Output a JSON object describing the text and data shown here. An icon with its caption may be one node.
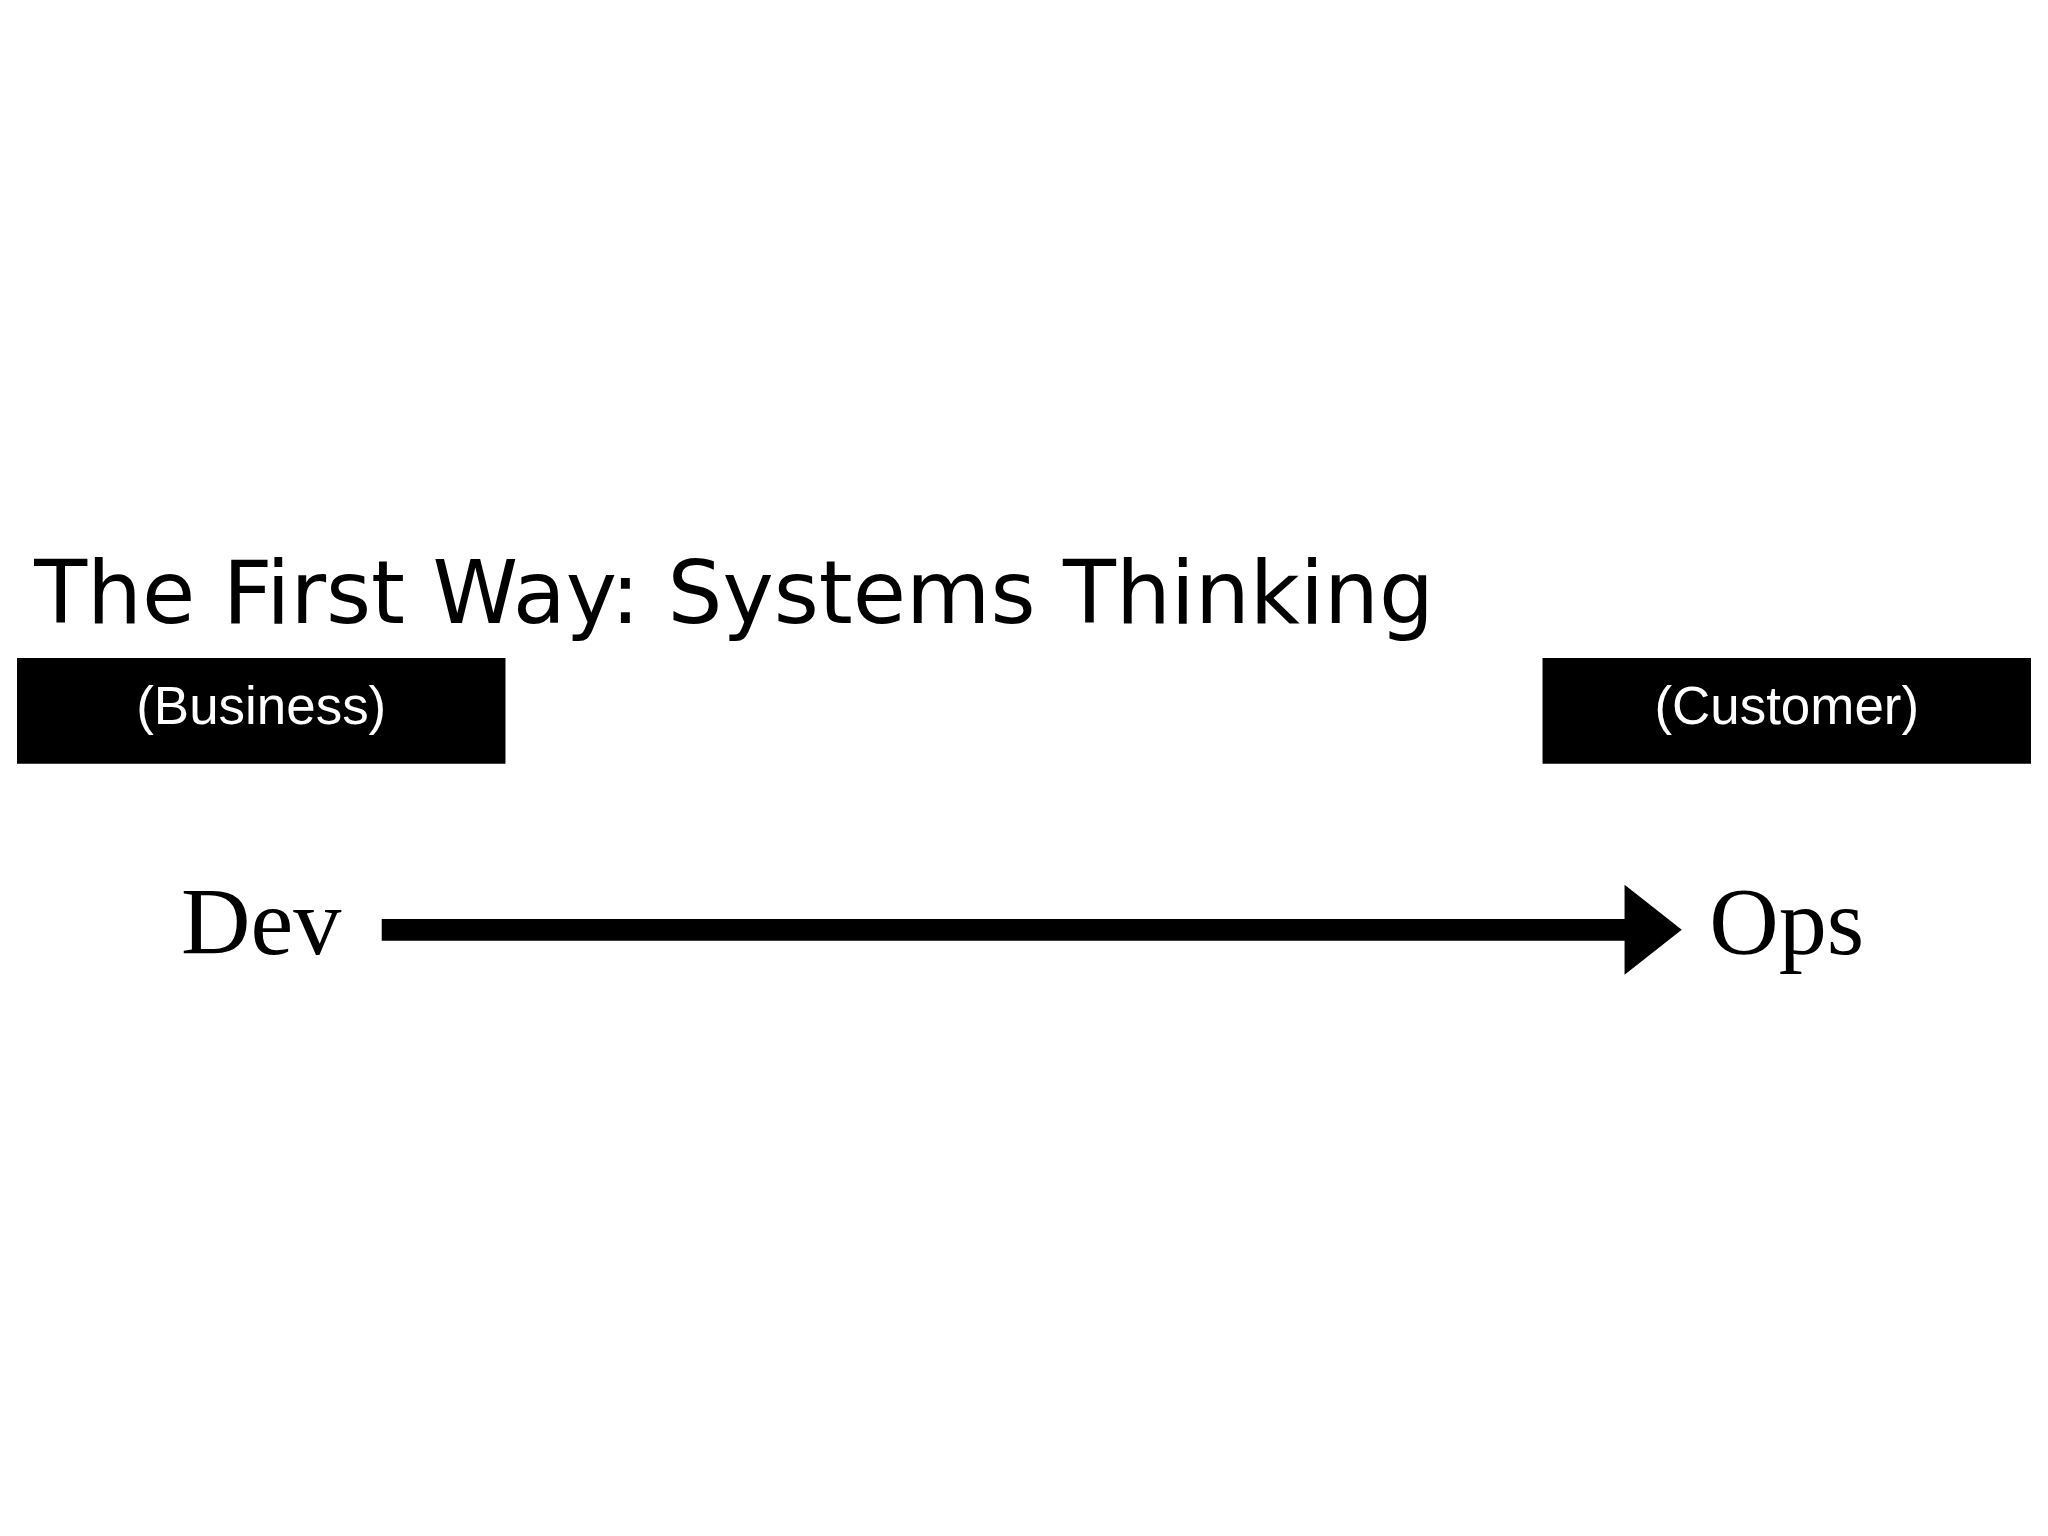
{
  "diagram": {
    "title": "The First Way: Systems Thinking",
    "nodes": [
      {
        "text": [
          "(Business)"
        ]
      },
      {
        "text": [
          "(Customer)"
        ]
      },
      {
        "text": [
          "Dev"
        ]
      },
      {
        "text": [
          "Ops"
        ]
      }
    ],
    "edges": [
      {
        "from": 2,
        "to": 3,
        "arrow": "to"
      }
    ]
  }
}
